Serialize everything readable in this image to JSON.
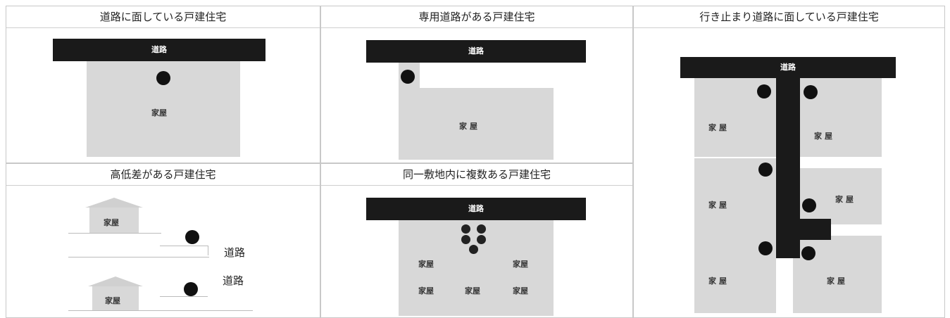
{
  "panels": {
    "p1": {
      "title": "道路に面している戸建住宅",
      "road": "道路",
      "house": "家屋"
    },
    "p2": {
      "title": "専用道路がある戸建住宅",
      "road": "道路",
      "house": "家屋"
    },
    "p3": {
      "title": "行き止まり道路に面している戸建住宅",
      "road": "道路",
      "houses": [
        "家屋",
        "家屋",
        "家屋",
        "家屋",
        "家屋",
        "家屋"
      ]
    },
    "p4": {
      "title": "高低差がある戸建住宅",
      "houses": [
        "家屋",
        "家屋"
      ],
      "roads": [
        "道路",
        "道路"
      ]
    },
    "p5": {
      "title": "同一敷地内に複数ある戸建住宅",
      "road": "道路",
      "houses": [
        "家屋",
        "家屋",
        "家屋",
        "家屋",
        "家屋"
      ]
    }
  }
}
